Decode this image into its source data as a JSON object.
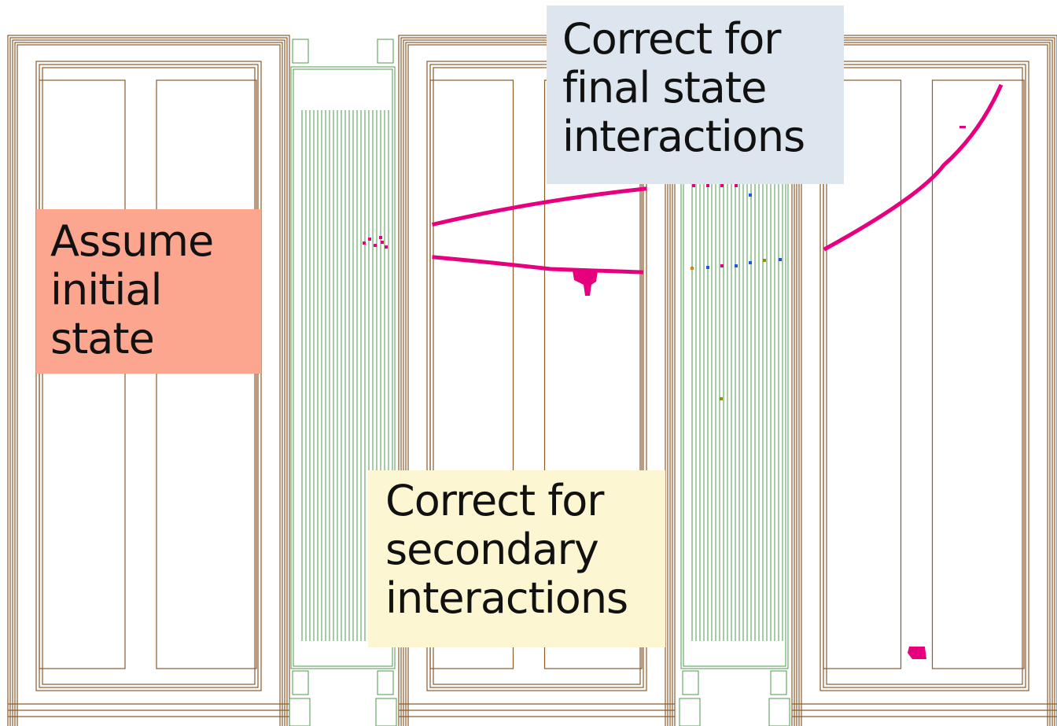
{
  "colors": {
    "frame": "#8B5A2B",
    "tracker": "#4E9A4E",
    "track": "#E6007E",
    "hit_blue": "#2255DD",
    "hit_olive": "#9A8A10",
    "hit_orange": "#E08010",
    "initial_bg": "#FCA58F",
    "final_bg": "#DDE5EE",
    "secondary_bg": "#FDF6D3"
  },
  "callouts": {
    "initial_state": {
      "lines": [
        "Assume",
        "initial",
        "state"
      ]
    },
    "final_state": {
      "lines": [
        "Correct for",
        "final state",
        "interactions"
      ]
    },
    "secondary": {
      "lines": [
        "Correct for",
        "secondary",
        "interactions"
      ]
    }
  },
  "icons": {
    "event_display": "particle-track-event-display"
  }
}
